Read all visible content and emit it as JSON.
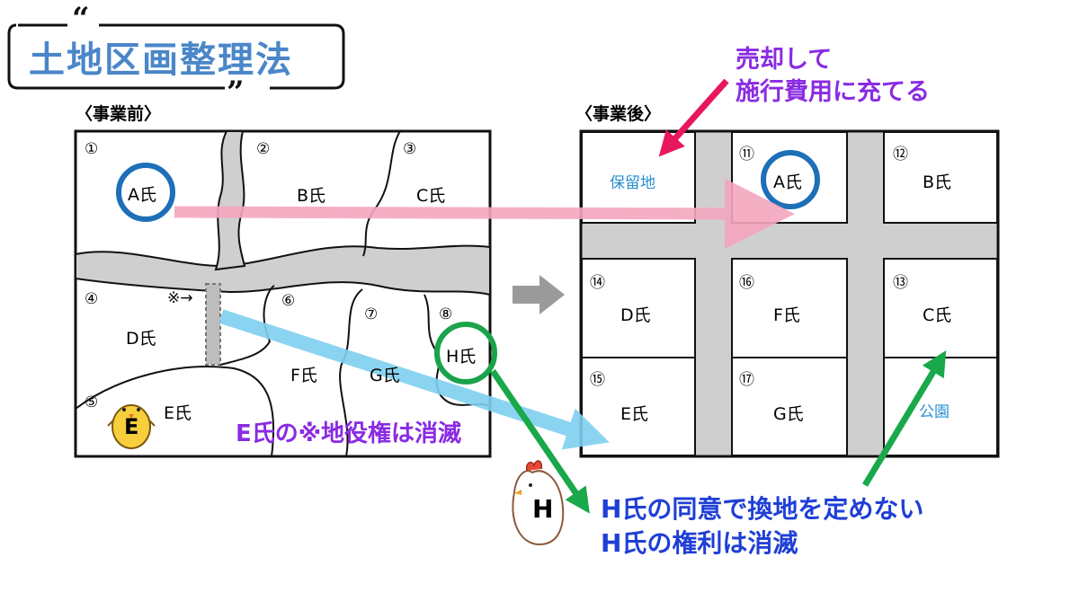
{
  "title": "土地区画整理法",
  "before": {
    "label": "〈事業前〉",
    "lots": [
      {
        "num": "①",
        "owner": "A氏"
      },
      {
        "num": "②",
        "owner": "B氏"
      },
      {
        "num": "③",
        "owner": "C氏"
      },
      {
        "num": "④",
        "owner": "D氏"
      },
      {
        "num": "⑤",
        "owner": "E氏"
      },
      {
        "num": "⑥",
        "owner": "F氏"
      },
      {
        "num": "⑦",
        "owner": "G氏"
      },
      {
        "num": "⑧",
        "owner": "H氏"
      }
    ],
    "easement_mark": "※→"
  },
  "after": {
    "label": "〈事業後〉",
    "lots": [
      {
        "num": "",
        "owner": "保留地"
      },
      {
        "num": "⑪",
        "owner": "A氏"
      },
      {
        "num": "⑫",
        "owner": "B氏"
      },
      {
        "num": "⑭",
        "owner": "D氏"
      },
      {
        "num": "⑯",
        "owner": "F氏"
      },
      {
        "num": "⑬",
        "owner": "C氏"
      },
      {
        "num": "⑮",
        "owner": "E氏"
      },
      {
        "num": "⑰",
        "owner": "G氏"
      },
      {
        "num": "",
        "owner": "公園"
      }
    ]
  },
  "annotations": {
    "reserve_note_line1": "売却して",
    "reserve_note_line2": "施行費用に充てる",
    "easement_note": "E氏の※地役権は消滅",
    "h_note_line1": "H氏の同意で換地を定めない",
    "h_note_line2": "H氏の権利は消滅"
  },
  "characters": {
    "chick_letter": "E",
    "hen_letter": "H"
  },
  "colors": {
    "title": "#4a86c8",
    "road": "#cfcfcf",
    "circle_blue": "#1d6fb8",
    "circle_green": "#1aa34a",
    "arrow_pink": "#f4a7bf",
    "arrow_magenta": "#e8175d",
    "arrow_lightblue": "#7fd0f0",
    "arrow_green": "#19a84a",
    "note_purple": "#8a2be2",
    "note_blue": "#1f3fd6",
    "reserve_text": "#2a8fd0"
  }
}
